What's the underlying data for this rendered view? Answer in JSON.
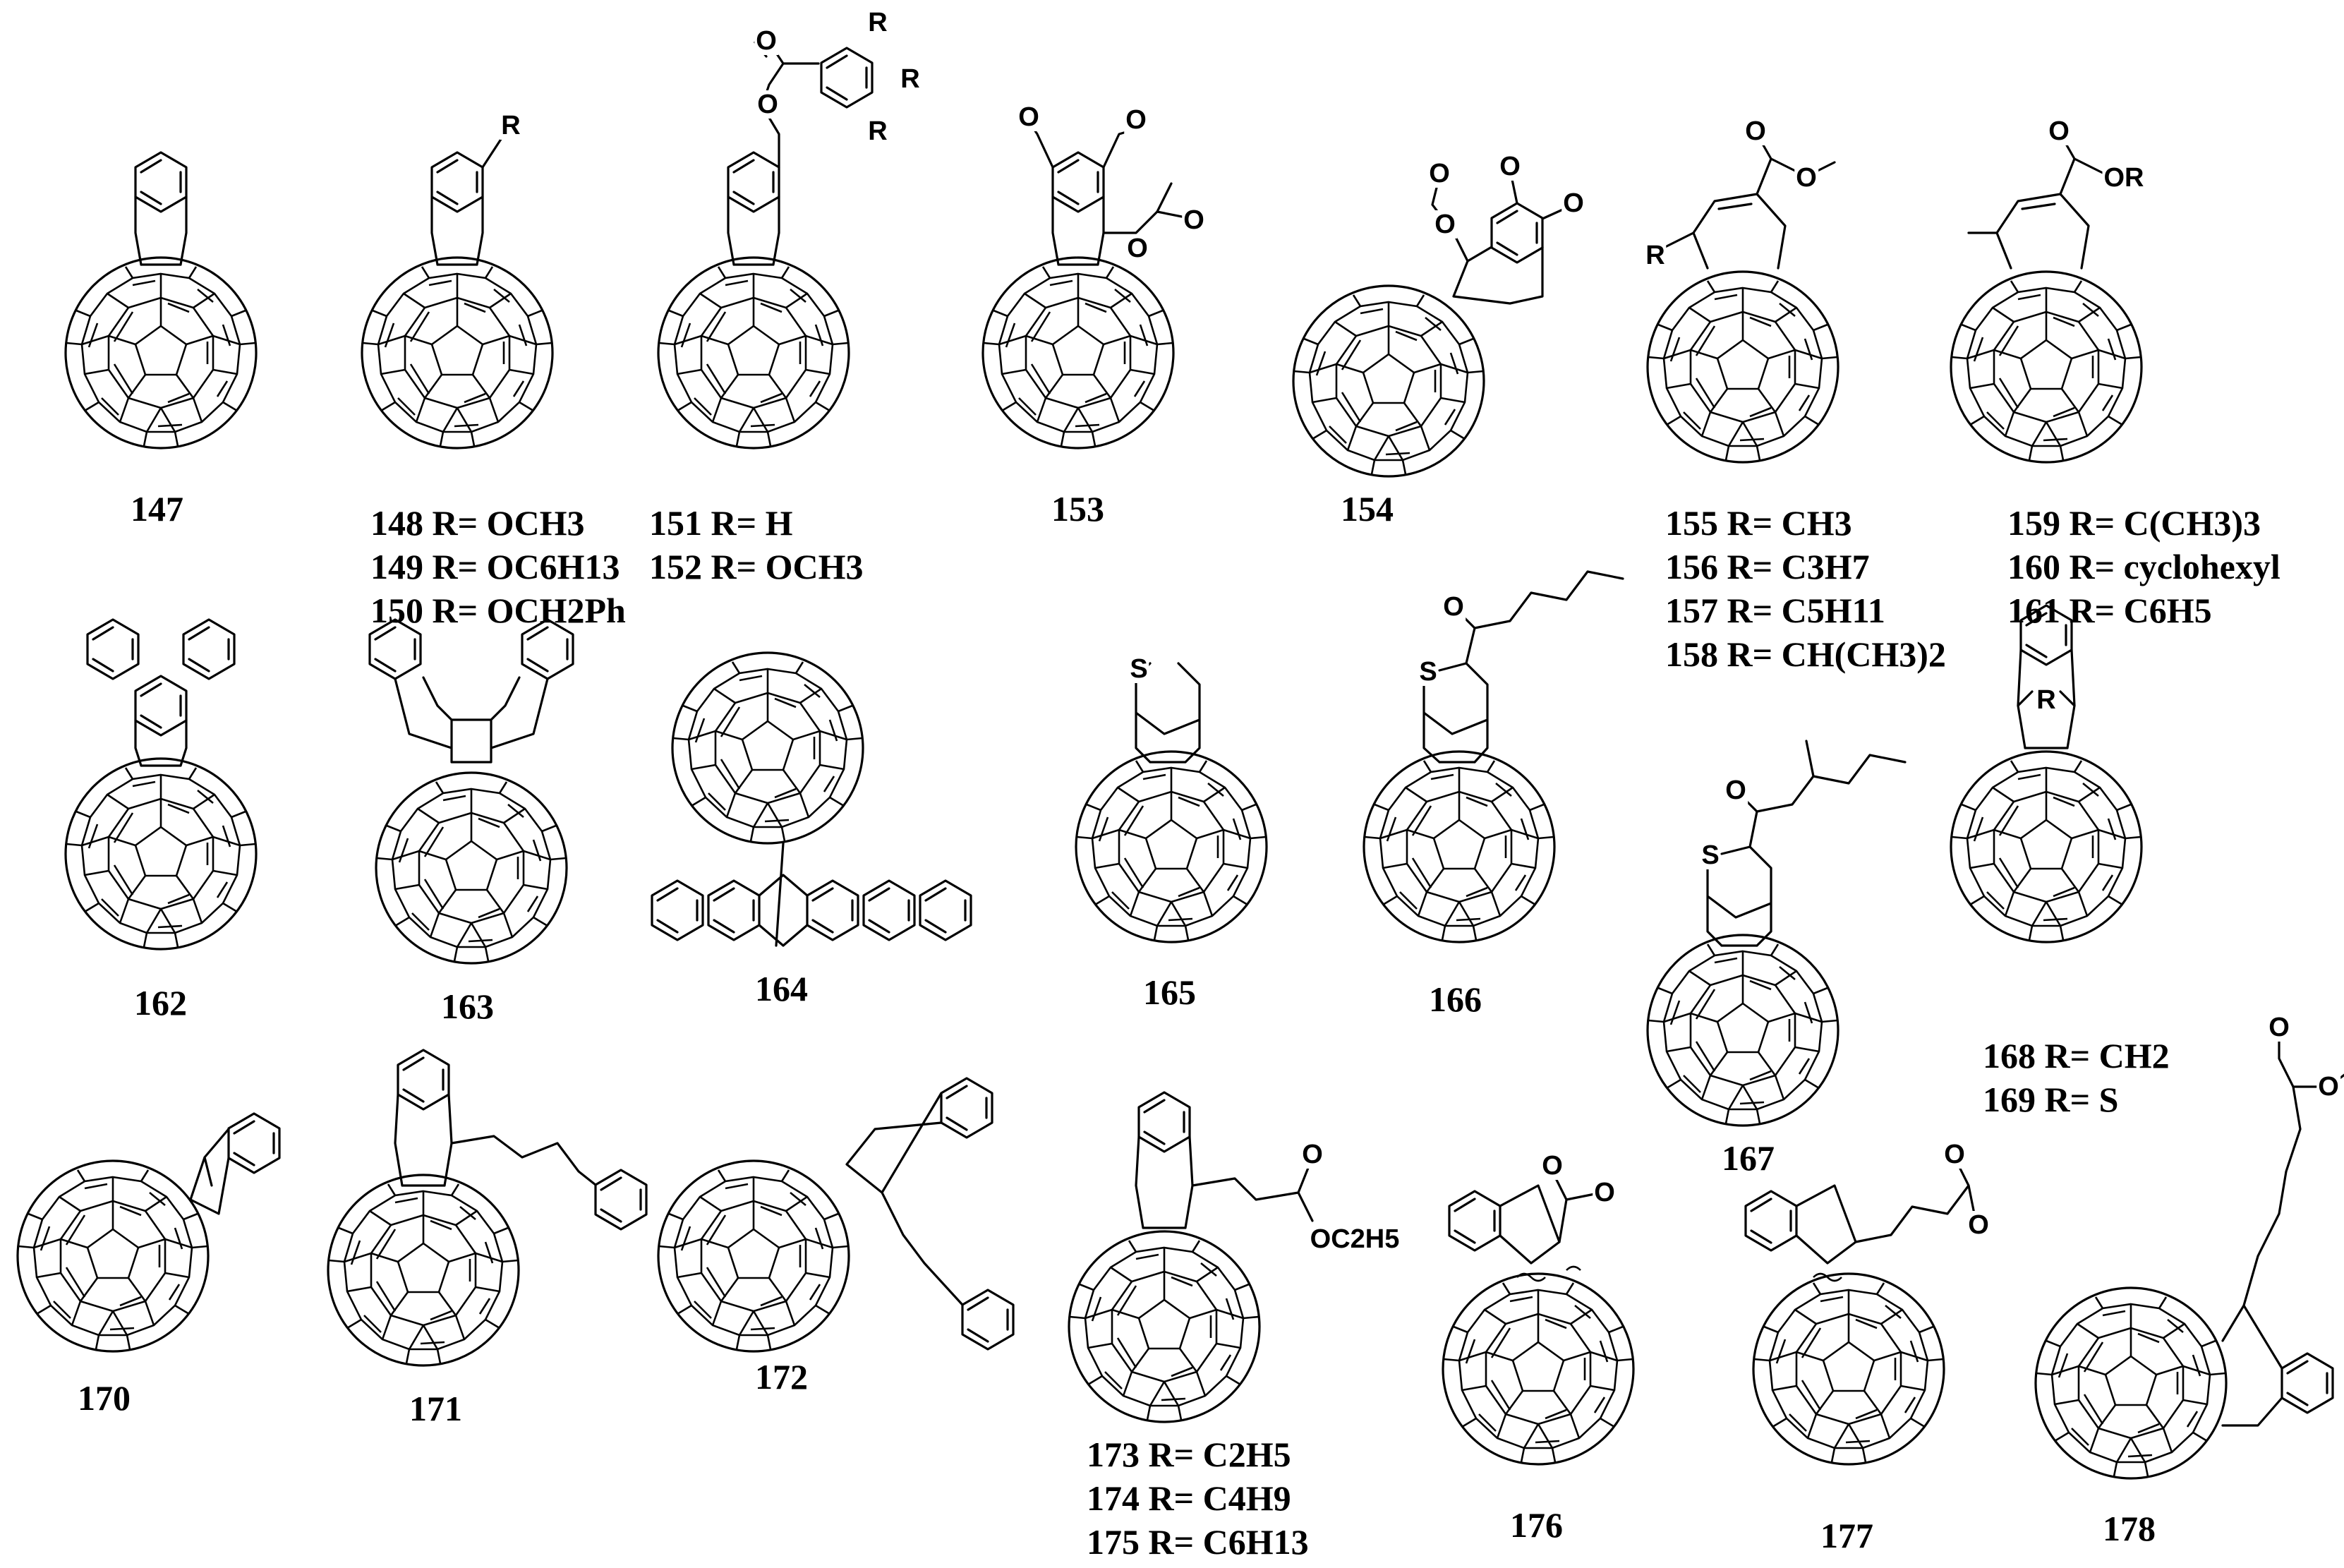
{
  "compounds": [
    {
      "id": "147",
      "lines": [
        "147"
      ]
    },
    {
      "id": "148-150",
      "lines": [
        "148 R= OCH3",
        "149 R= OC6H13",
        "150 R= OCH2Ph"
      ]
    },
    {
      "id": "151-152",
      "lines": [
        "151 R= H",
        "152 R= OCH3"
      ]
    },
    {
      "id": "153",
      "lines": [
        "153"
      ]
    },
    {
      "id": "154",
      "lines": [
        "154"
      ]
    },
    {
      "id": "155-158",
      "lines": [
        "155 R= CH3",
        "156 R= C3H7",
        "157 R= C5H11",
        "158 R= CH(CH3)2"
      ]
    },
    {
      "id": "159-161",
      "lines": [
        "159 R= C(CH3)3",
        "160 R= cyclohexyl",
        "161 R= C6H5"
      ]
    },
    {
      "id": "162",
      "lines": [
        "162"
      ]
    },
    {
      "id": "163",
      "lines": [
        "163"
      ]
    },
    {
      "id": "164",
      "lines": [
        "164"
      ]
    },
    {
      "id": "165",
      "lines": [
        "165"
      ]
    },
    {
      "id": "166",
      "lines": [
        "166"
      ]
    },
    {
      "id": "167",
      "lines": [
        "167"
      ]
    },
    {
      "id": "168-169",
      "lines": [
        "168 R= CH2",
        "169 R= S"
      ]
    },
    {
      "id": "170",
      "lines": [
        "170"
      ]
    },
    {
      "id": "171",
      "lines": [
        "171"
      ]
    },
    {
      "id": "172",
      "lines": [
        "172"
      ]
    },
    {
      "id": "173-175",
      "lines": [
        "173 R= C2H5",
        "174 R= C4H9",
        "175 R= C6H13"
      ]
    },
    {
      "id": "176",
      "lines": [
        "176"
      ]
    },
    {
      "id": "177",
      "lines": [
        "177"
      ]
    },
    {
      "id": "178",
      "lines": [
        "178"
      ]
    }
  ],
  "atoms": {
    "r": "R",
    "o": "O",
    "s": "S",
    "or": "OR",
    "oc2h5": "OC2H5"
  },
  "icons": {
    "fullerene": "c60-fullerene-icon",
    "benzene": "benzene-ring-icon",
    "thiophene": "thiophene-ring-icon"
  }
}
